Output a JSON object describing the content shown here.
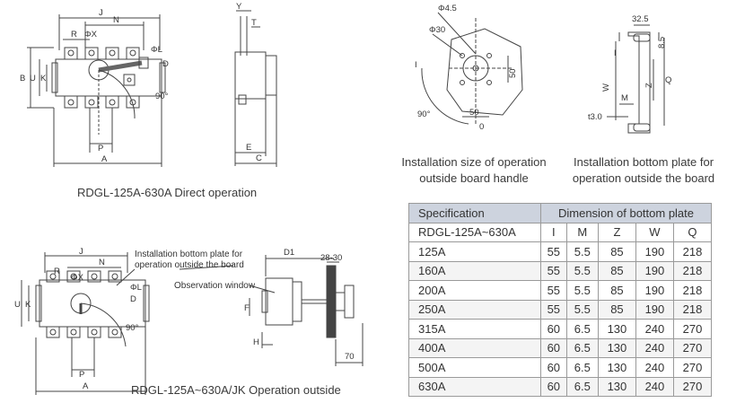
{
  "captions": {
    "direct": "RDGL-125A-630A Direct operation",
    "outside": "RDGL-125A~630A/JK Operation outside",
    "handle_line1": "Installation size of operation",
    "handle_line2": "outside board handle",
    "plate_line1": "Installation bottom plate for",
    "plate_line2": "operation outside the board"
  },
  "callouts": {
    "plate_line1": "Installation bottom plate for",
    "plate_line2": "operation outside the board",
    "window": "Observation window"
  },
  "dims": {
    "J": "J",
    "N": "N",
    "R": "R",
    "PhiX": "ΦX",
    "PhiL": "ΦL",
    "D": "D",
    "B": "B",
    "U": "U",
    "K": "K",
    "P": "P",
    "A": "A",
    "deg90": "90°",
    "Y": "Y",
    "T": "T",
    "E": "E",
    "C": "C",
    "phi45": "Φ4.5",
    "phi30": "Φ30",
    "fifty": "50",
    "zero": "0",
    "I": "I",
    "d325": "32.5",
    "d85": "8.5",
    "Q": "Q",
    "W": "W",
    "Z": "Z",
    "M": "M",
    "t30": "t3.0",
    "D1": "D1",
    "d2830": "28-30",
    "F": "F",
    "H": "H",
    "d70": "70"
  },
  "table": {
    "header": {
      "spec": "Specification",
      "dim": "Dimension of bottom plate"
    },
    "subheader": [
      "RDGL-125A~630A",
      "I",
      "M",
      "Z",
      "W",
      "Q"
    ],
    "rows": [
      [
        "125A",
        "55",
        "5.5",
        "85",
        "190",
        "218"
      ],
      [
        "160A",
        "55",
        "5.5",
        "85",
        "190",
        "218"
      ],
      [
        "200A",
        "55",
        "5.5",
        "85",
        "190",
        "218"
      ],
      [
        "250A",
        "55",
        "5.5",
        "85",
        "190",
        "218"
      ],
      [
        "315A",
        "60",
        "6.5",
        "130",
        "240",
        "270"
      ],
      [
        "400A",
        "60",
        "6.5",
        "130",
        "240",
        "270"
      ],
      [
        "500A",
        "60",
        "6.5",
        "130",
        "240",
        "270"
      ],
      [
        "630A",
        "60",
        "6.5",
        "130",
        "240",
        "270"
      ]
    ]
  }
}
